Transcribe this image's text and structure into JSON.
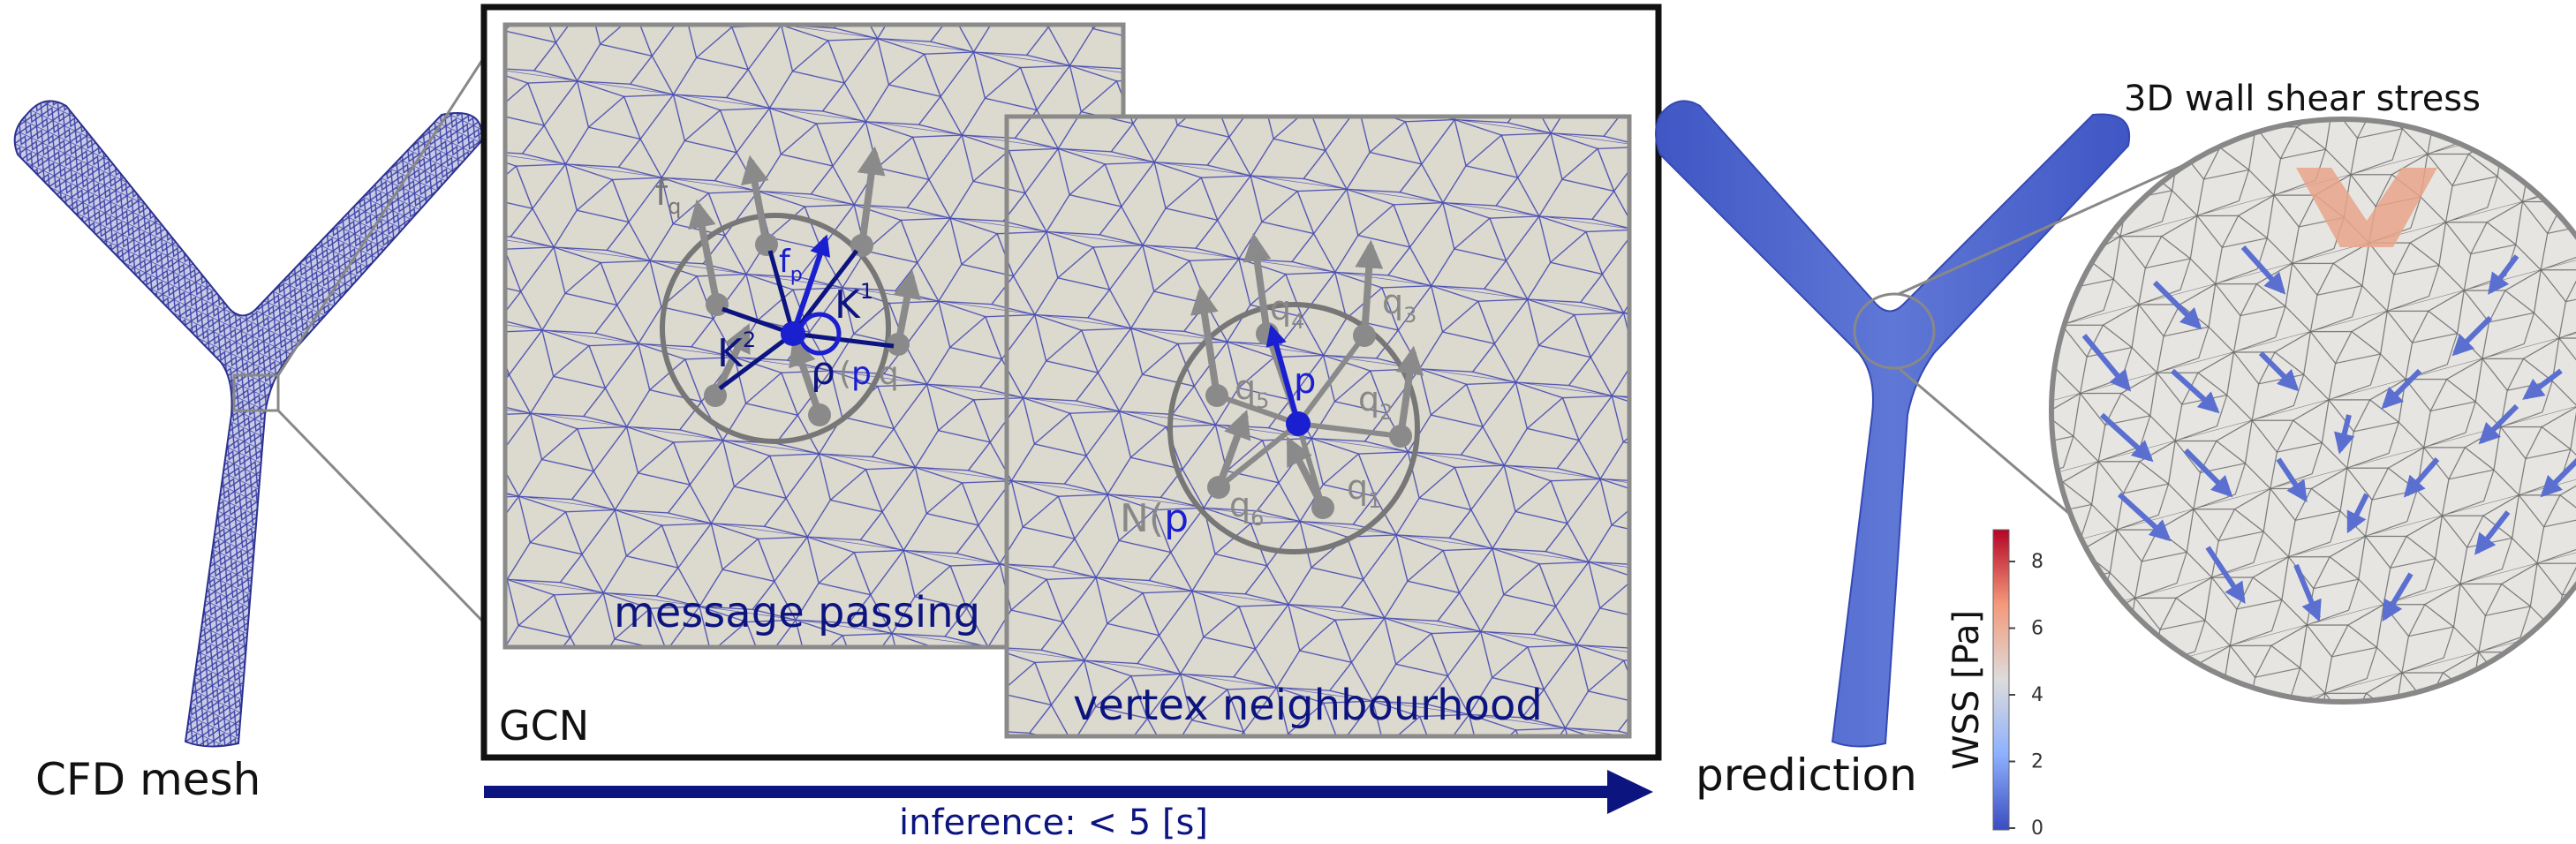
{
  "labels": {
    "cfd_mesh": "CFD mesh",
    "gcn": "GCN",
    "message_passing": "message passing",
    "vertex_neighbourhood": "vertex neighbourhood",
    "prediction": "prediction",
    "wss_title": "3D wall shear stress",
    "inference": "inference: < 5 [s]"
  },
  "message_passing_symbols": {
    "f_q": "f",
    "f_q_sub": "q",
    "f_p": "f",
    "f_p_sub": "p",
    "k1": "K",
    "k1_sup": "1",
    "k2": "K",
    "k2_sup": "2",
    "rho": "ρ",
    "rho_args_open": "(",
    "rho_p": "p",
    "rho_q": "q"
  },
  "neighbourhood_symbols": {
    "p": "p",
    "q": "q",
    "subscripts": [
      "1",
      "2",
      "3",
      "4",
      "5",
      "6"
    ],
    "n_label": "N(",
    "n_arg": "p"
  },
  "colorbar": {
    "title": "WSS [Pa]",
    "ticks": [
      "0",
      "2",
      "4",
      "6",
      "8"
    ],
    "low_color": "#3b4cc0",
    "mid_color": "#dddcdc",
    "high_color": "#b40426"
  },
  "colors": {
    "mesh_blue": "#3d44a8",
    "accent_navy": "#0c1480",
    "vertex_blue": "#1a1fcf",
    "node_gray": "#8a8a8a",
    "patch_bg": "#dcd9cf"
  }
}
